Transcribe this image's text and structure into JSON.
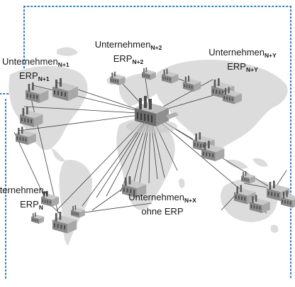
{
  "labels": {
    "n1": {
      "word": "Unternehmen",
      "word_sub": "N+1",
      "erp": "ERP",
      "erp_sub": "N+1"
    },
    "n2": {
      "word": "Unternehmen",
      "word_sub": "N+2",
      "erp": "ERP",
      "erp_sub": "N+2"
    },
    "ny": {
      "word": "Unternehmen",
      "word_sub": "N+Y",
      "erp": "ERP",
      "erp_sub": "N+Y"
    },
    "n": {
      "word": "Unternehmen",
      "word_sub": "N",
      "erp": "ERP",
      "erp_sub": "N"
    },
    "nx": {
      "word": "Unternehmen",
      "word_sub": "N+X",
      "line2": "ohne ERP"
    }
  },
  "colors": {
    "frame": "#3a78b8",
    "map": "#dcdcdc",
    "line": "#3c3c3c",
    "factory": "#8a8a8a"
  }
}
